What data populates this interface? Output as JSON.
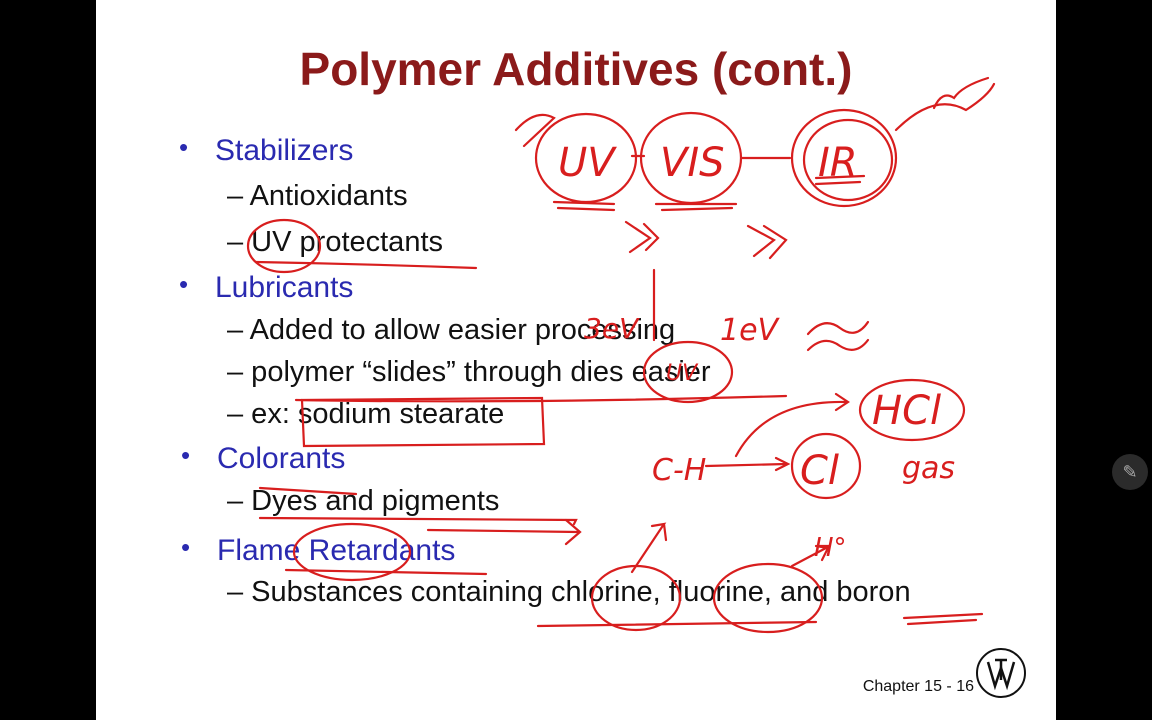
{
  "slide": {
    "title": "Polymer Additives (cont.)",
    "bullets": [
      {
        "label": "Stabilizers",
        "subs": [
          "– Antioxidants",
          "– UV protectants"
        ]
      },
      {
        "label": "Lubricants",
        "subs": [
          "–  Added to allow easier processing",
          "– polymer “slides” through dies easier",
          "– ex: sodium stearate"
        ]
      },
      {
        "label": "Colorants",
        "subs": [
          "–  Dyes and pigments"
        ]
      },
      {
        "label": "Flame Retardants",
        "subs": [
          "–  Substances containing chlorine, fluorine, and boron"
        ]
      }
    ],
    "bullet_glyph": "•",
    "footer": "Chapter 15 - 16"
  },
  "annotations": {
    "spectrum": [
      "UV",
      "VIS",
      "IR"
    ],
    "energy_left": "3eV",
    "energy_right": "1eV",
    "approx": "≈",
    "uv_circle": "UV",
    "molecule": "C-H",
    "chlorine": "Cl",
    "product": "HCl",
    "product_state": "gas",
    "radical": "H°"
  },
  "ink_color": "#d81e1e",
  "colors": {
    "title": "#8b1a1a",
    "bullet": "#2a2ab0",
    "text": "#111111"
  },
  "icons": {
    "pen": "pencil-icon",
    "logo": "wiley-logo"
  }
}
